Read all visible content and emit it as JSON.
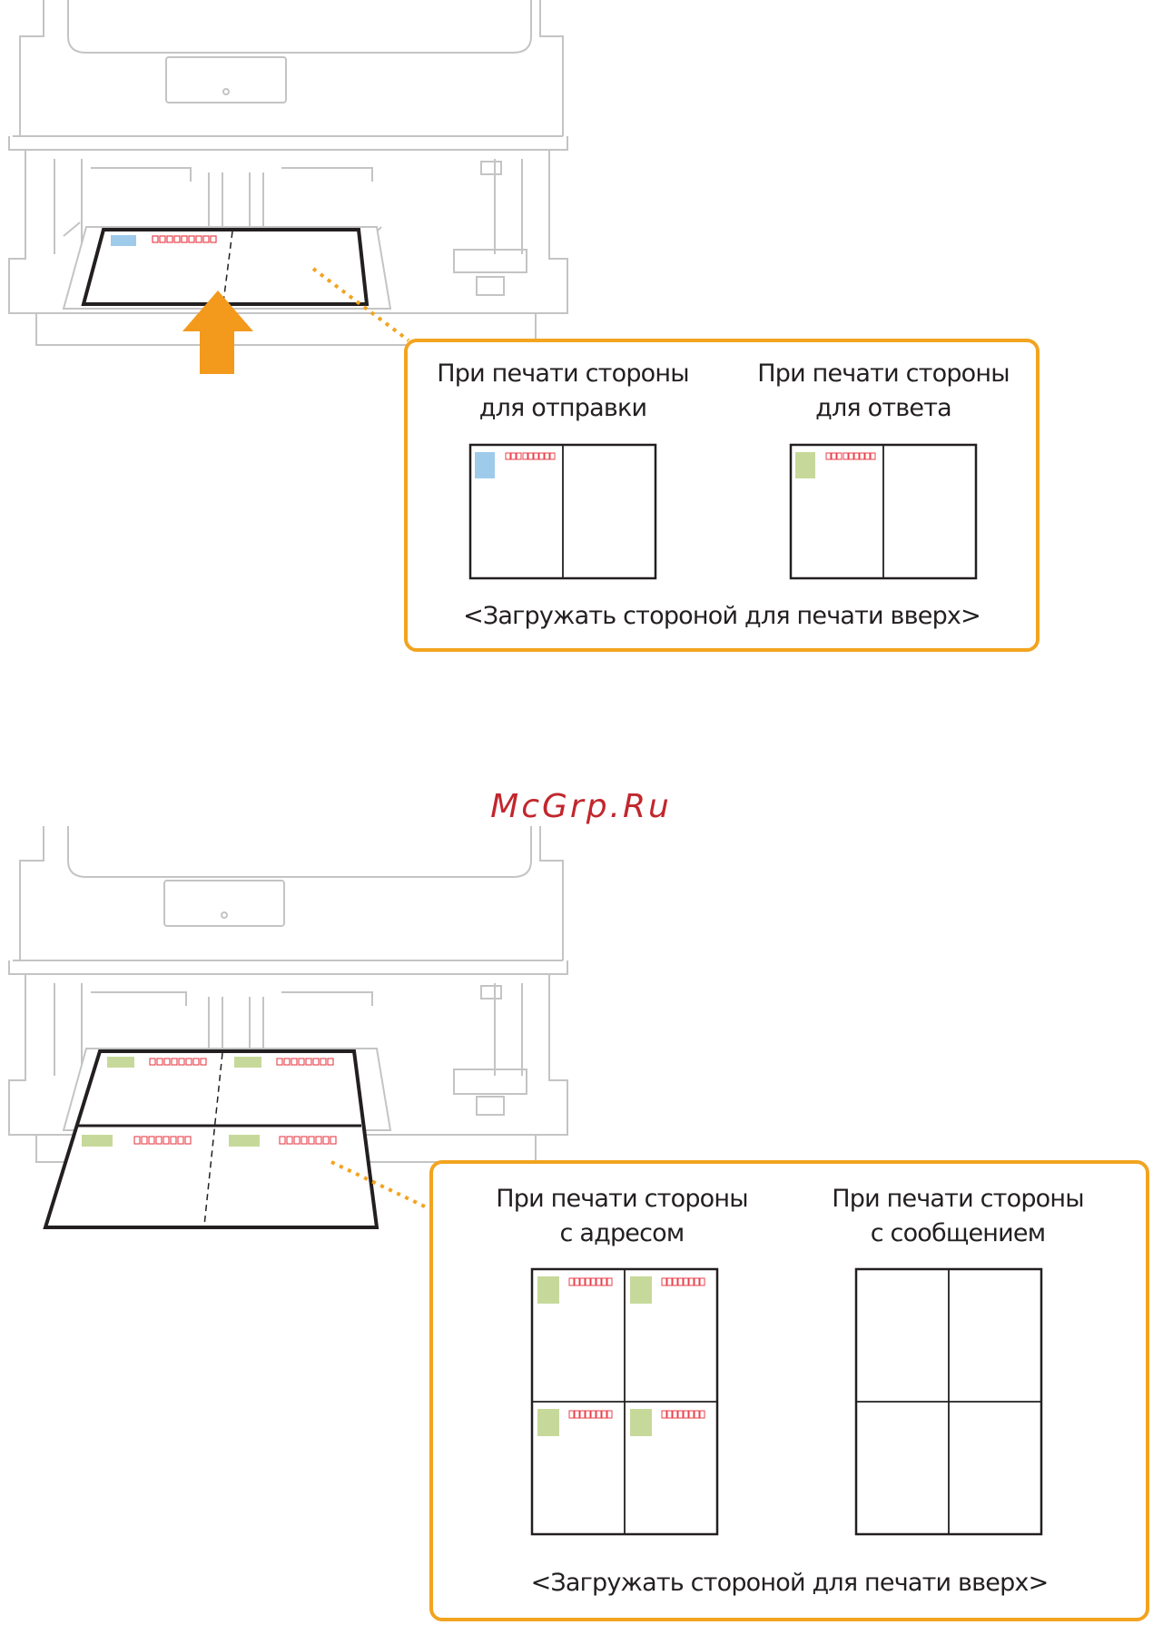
{
  "watermark": "McGrp.Ru",
  "section1": {
    "callout": {
      "left_caption": [
        "При печати стороны",
        "для отправки"
      ],
      "right_caption": [
        "При печати стороны",
        "для ответа"
      ],
      "note": "<Загружать стороной для печати вверх>"
    }
  },
  "section2": {
    "callout": {
      "left_caption": [
        "При печати стороны",
        "с адресом"
      ],
      "right_caption": [
        "При печати стороны",
        "с сообщением"
      ],
      "note": "<Загружать стороной для печати вверх>"
    }
  },
  "colors": {
    "callout_border": "#f2a41f",
    "arrow": "#f39a1d",
    "stamp_blue": "#9fcbeb",
    "stamp_green": "#c7d99a",
    "postcode_red": "#e8414b",
    "printer_line": "#bfbfbf",
    "outline": "#231f20"
  }
}
